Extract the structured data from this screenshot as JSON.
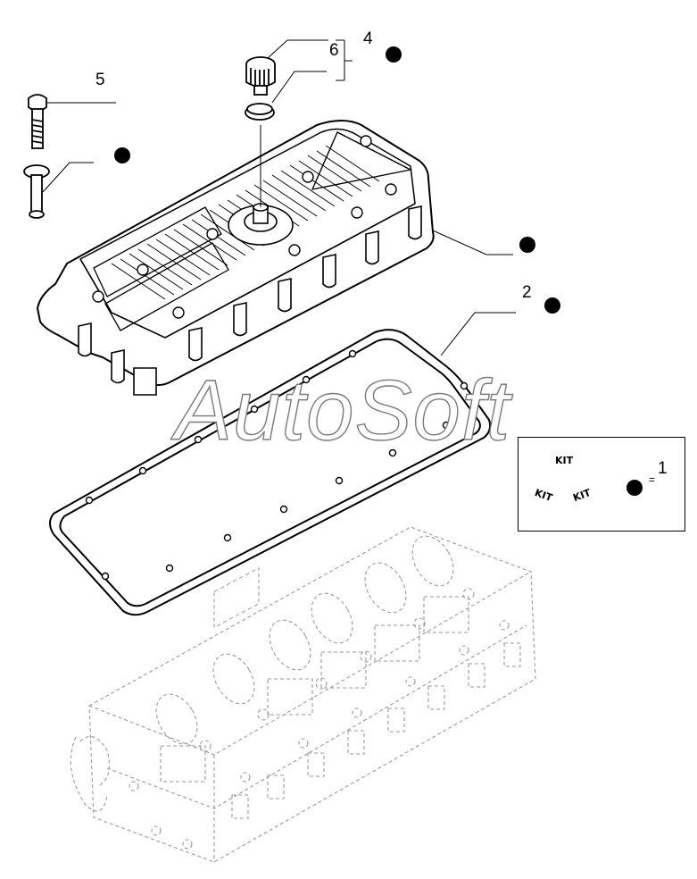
{
  "callouts": {
    "c1": "1",
    "c2": "2",
    "c4": "4",
    "c5": "5",
    "c6": "6"
  },
  "kit": {
    "face_top": "KIT",
    "face_left": "KIT",
    "face_right": "KIT",
    "equals": "="
  },
  "watermark": "AutoSoft",
  "colors": {
    "line": "#000000",
    "hidden_line": "#9a9a9a",
    "watermark_outline": "#7a7a7a"
  }
}
